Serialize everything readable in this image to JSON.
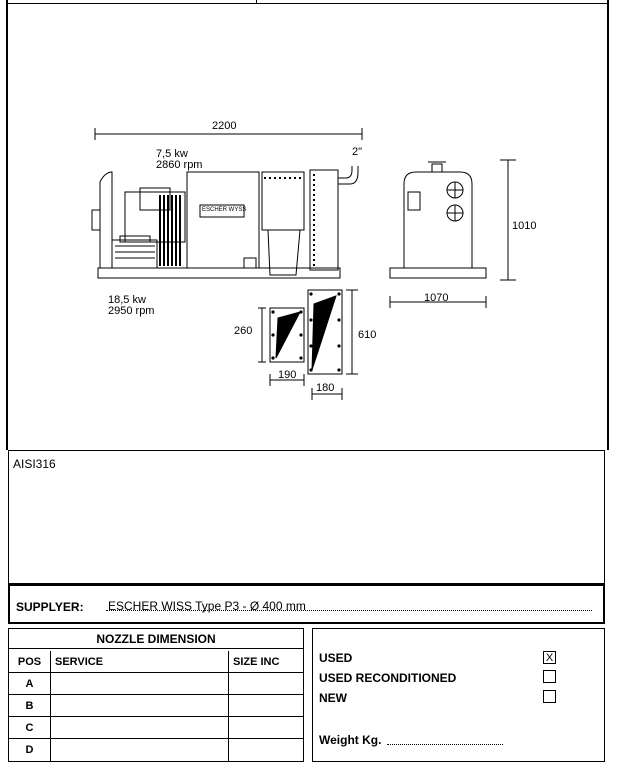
{
  "drawing": {
    "overall_length": "2200",
    "motor_top_power": "7,5 kw",
    "motor_top_rpm": "2860 rpm",
    "pipe_size": "2\"",
    "height": "1010",
    "width": "1070",
    "motor_bottom_power": "18,5 kw",
    "motor_bottom_rpm": "2950 rpm",
    "flange1_height": "260",
    "flange1_width": "190",
    "flange2_height": "610",
    "flange2_width": "180",
    "nameplate": "ESCHER WYSS"
  },
  "notes": {
    "material": "AISI316"
  },
  "supplier": {
    "label": "SUPPLYER:",
    "value": "ESCHER WISS Type P3 - Ø 400 mm"
  },
  "nozzle": {
    "title": "NOZZLE DIMENSION",
    "headers": {
      "pos": "POS",
      "service": "SERVICE",
      "size": "SIZE INC"
    },
    "rows": [
      {
        "pos": "A"
      },
      {
        "pos": "B"
      },
      {
        "pos": "C"
      },
      {
        "pos": "D"
      }
    ]
  },
  "status": {
    "used": "USED",
    "used_mark": "X",
    "used_reconditioned": "USED RECONDITIONED",
    "new": "NEW",
    "weight_label": "Weight Kg."
  }
}
